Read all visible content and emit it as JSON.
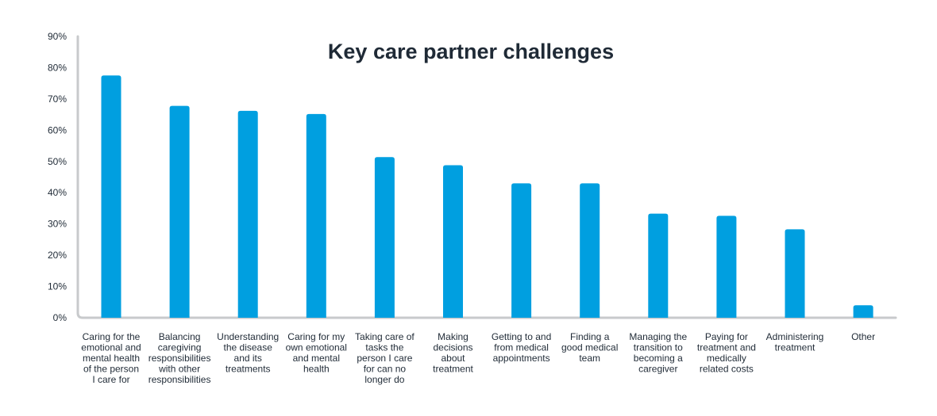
{
  "chart_data": {
    "type": "bar",
    "title": "Key care partner challenges",
    "xlabel": "",
    "ylabel": "",
    "ylim": [
      0,
      90
    ],
    "yticks": [
      "0%",
      "10%",
      "20%",
      "30%",
      "40%",
      "50%",
      "60%",
      "70%",
      "80%",
      "90%"
    ],
    "grid": false,
    "bar_color": "#009fe0",
    "axis_color": "#c8cacc",
    "categories": [
      "Caring for the emotional and mental health of the person I care for",
      "Balancing caregiving responsibilities with other responsibilities",
      "Understanding the disease and its treatments",
      "Caring for my own emotional and mental health",
      "Taking care of tasks the person I care for can no longer do",
      "Making decisions about treatment",
      "Getting to and from medical appointments",
      "Finding a good medical team",
      "Managing the transition to becoming a caregiver",
      "Paying for treatment and medically related costs",
      "Administering treatment",
      "Other"
    ],
    "category_lines": [
      [
        "Caring for the",
        "emotional and",
        "mental health",
        "of the person",
        "I care for"
      ],
      [
        "Balancing",
        "caregiving",
        "responsibilities",
        "with other",
        "responsibilities"
      ],
      [
        "Understanding",
        "the disease",
        "and its",
        "treatments"
      ],
      [
        "Caring for my",
        "own emotional",
        "and mental",
        "health"
      ],
      [
        "Taking care of",
        "tasks the",
        "person I care",
        "for can no",
        "longer do"
      ],
      [
        "Making",
        "decisions",
        "about",
        "treatment"
      ],
      [
        "Getting to and",
        "from medical",
        "appointments"
      ],
      [
        "Finding a",
        "good medical",
        "team"
      ],
      [
        "Managing the",
        "transition to",
        "becoming a",
        "caregiver"
      ],
      [
        "Paying for",
        "treatment and",
        "medically",
        "related costs"
      ],
      [
        "Administering",
        "treatment"
      ],
      [
        "Other"
      ]
    ],
    "values": [
      77.5,
      67.8,
      66.2,
      65.2,
      51.4,
      48.8,
      43.0,
      43.0,
      33.3,
      32.6,
      28.3,
      4.0
    ]
  }
}
